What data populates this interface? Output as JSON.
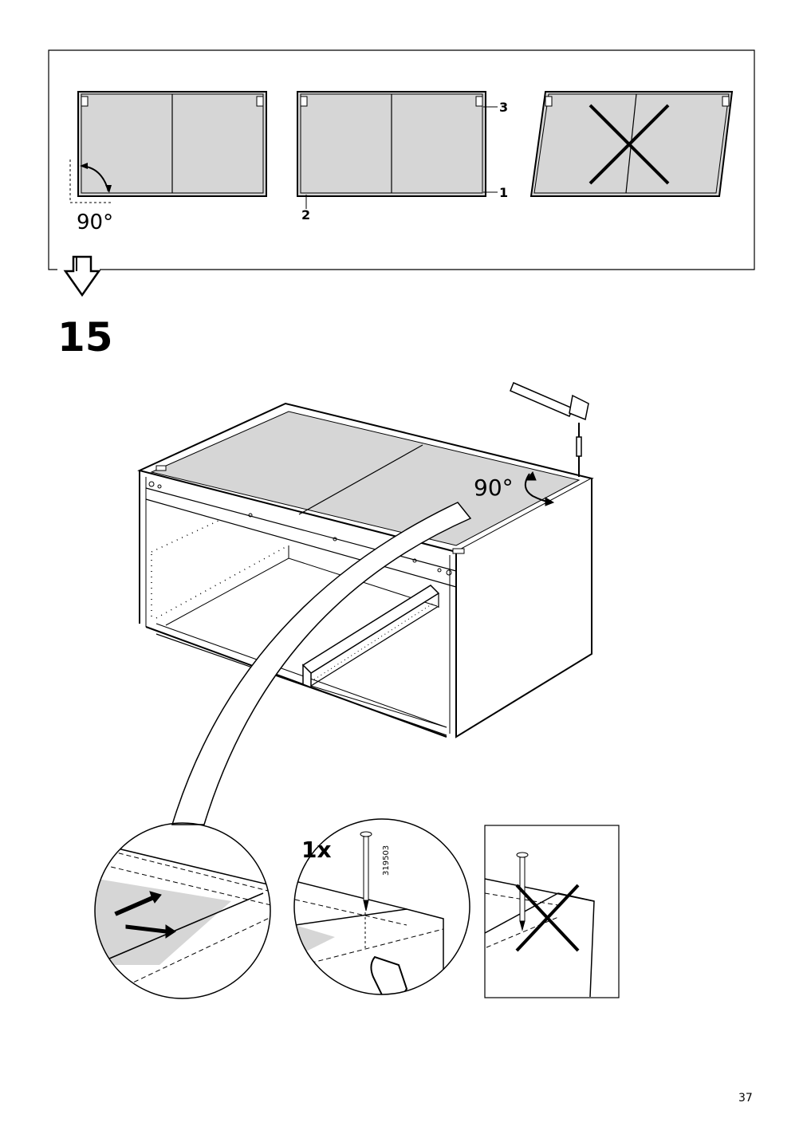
{
  "step": {
    "number": "15"
  },
  "panel": {
    "angle_label": "90°",
    "callouts": {
      "c1": "1",
      "c2": "2",
      "c3": "3"
    }
  },
  "main": {
    "angle_label": "90°"
  },
  "details": {
    "quantity": "1x",
    "nail_part_number": "319503"
  },
  "page_number": "37",
  "colors": {
    "panel_fill": "#d6d6d6",
    "line": "#000000"
  }
}
